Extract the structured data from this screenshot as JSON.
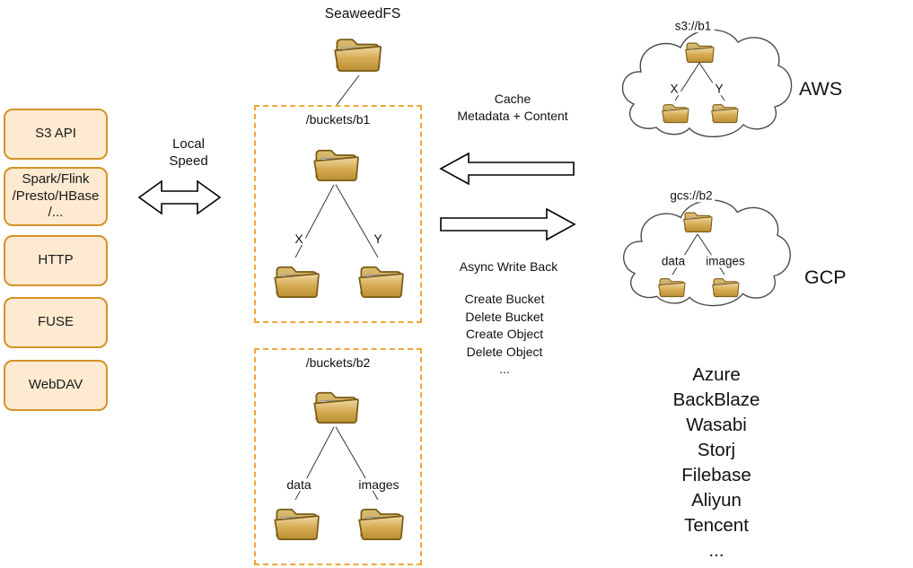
{
  "title": "SeaweedFS",
  "left_panel": {
    "items": [
      {
        "label": "S3 API"
      },
      {
        "label": "Spark/Flink\n/Presto/HBase\n/..."
      },
      {
        "label": "HTTP"
      },
      {
        "label": "FUSE"
      },
      {
        "label": "WebDAV"
      }
    ]
  },
  "labels": {
    "local_speed": "Local\nSpeed",
    "cache": "Cache\nMetadata + Content",
    "async_write_back": "Async Write Back"
  },
  "operations": [
    "Create Bucket",
    "Delete Bucket",
    "Create Object",
    "Delete Object",
    "..."
  ],
  "bucket1": {
    "title": "/buckets/b1",
    "child1": "X",
    "child2": "Y"
  },
  "bucket2": {
    "title": "/buckets/b2",
    "child1": "data",
    "child2": "images"
  },
  "aws": {
    "title": "s3://b1",
    "child1": "X",
    "child2": "Y",
    "label": "AWS"
  },
  "gcp": {
    "title": "gcs://b2",
    "child1": "data",
    "child2": "images",
    "label": "GCP"
  },
  "providers": [
    "Azure",
    "BackBlaze",
    "Wasabi",
    "Storj",
    "Filebase",
    "Aliyun",
    "Tencent",
    "..."
  ],
  "colors": {
    "box_fill": "#fdead0",
    "box_border": "#d4922a",
    "dashed_border": "#f0a63c",
    "folder_front": "#d6ab52",
    "line": "#333333"
  }
}
